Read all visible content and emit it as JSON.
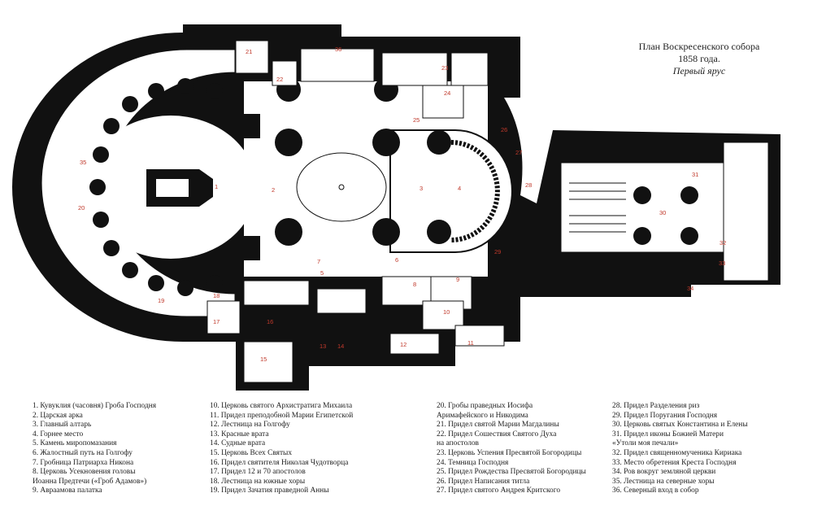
{
  "title": {
    "line1": "План Воскресенского собора",
    "line2": "1858 года.",
    "line3": "Первый ярус"
  },
  "legend_columns": [
    [
      "1. Кувуклия (часовня) Гроба Господня",
      "2. Царская арка",
      "3. Главный алтарь",
      "4. Горнее место",
      "5. Камень миропомазания",
      "6. Жалостный путь на Голгофу",
      "7. Гробница Патриарха Никона",
      "8. Церковь Усекновения головы",
      "Иоанна Предтечи («Гроб Адамов»)",
      "9. Авраамова палатка"
    ],
    [
      "10. Церковь святого Архистратига Михаила",
      "11. Придел преподобной Марии Египетской",
      "12. Лестница на Голгофу",
      "13. Красные врата",
      "14. Судные врата",
      "15. Церковь Всех Святых",
      "16. Придел святителя Николая Чудотворца",
      "17. Придел 12 и 70 апостолов",
      "18. Лестница на южные хоры",
      "19. Придел Зачатия праведной Анны"
    ],
    [
      "20. Гробы праведных Иосифа",
      "Аримафейского и Никодима",
      "21. Придел святой Марии Магдалины",
      "22. Придел Сошествия Святого Духа",
      "на апостолов",
      "23. Церковь Успения Пресвятой Богородицы",
      "24. Темница Господня",
      "25. Придел Рождества Пресвятой Богородицы",
      "26. Придел Написания титла",
      "27. Придел святого Андрея Критского"
    ],
    [
      "28. Придел Разделения риз",
      "29. Придел Поругания Господня",
      "30. Церковь святых Константина и Елены",
      "31. Придел иконы Божией Матери",
      "«Утоли моя печали»",
      "32. Придел священномученика Кириака",
      "33. Место обретения Креста Господня",
      "34. Ров вокруг земляной церкви",
      "35. Лестница на северные хоры",
      "36. Северный вход в собор"
    ]
  ],
  "plan_labels": [
    "1",
    "2",
    "3",
    "4",
    "5",
    "6",
    "7",
    "8",
    "9",
    "10",
    "11",
    "12",
    "13",
    "14",
    "15",
    "16",
    "17",
    "18",
    "19",
    "20",
    "21",
    "22",
    "23",
    "24",
    "25",
    "26",
    "27",
    "28",
    "29",
    "30",
    "31",
    "32",
    "33",
    "34",
    "35",
    "36"
  ],
  "colors": {
    "wall": "#111111",
    "floor": "#ffffff",
    "number": "#c0392b",
    "text": "#222222"
  }
}
